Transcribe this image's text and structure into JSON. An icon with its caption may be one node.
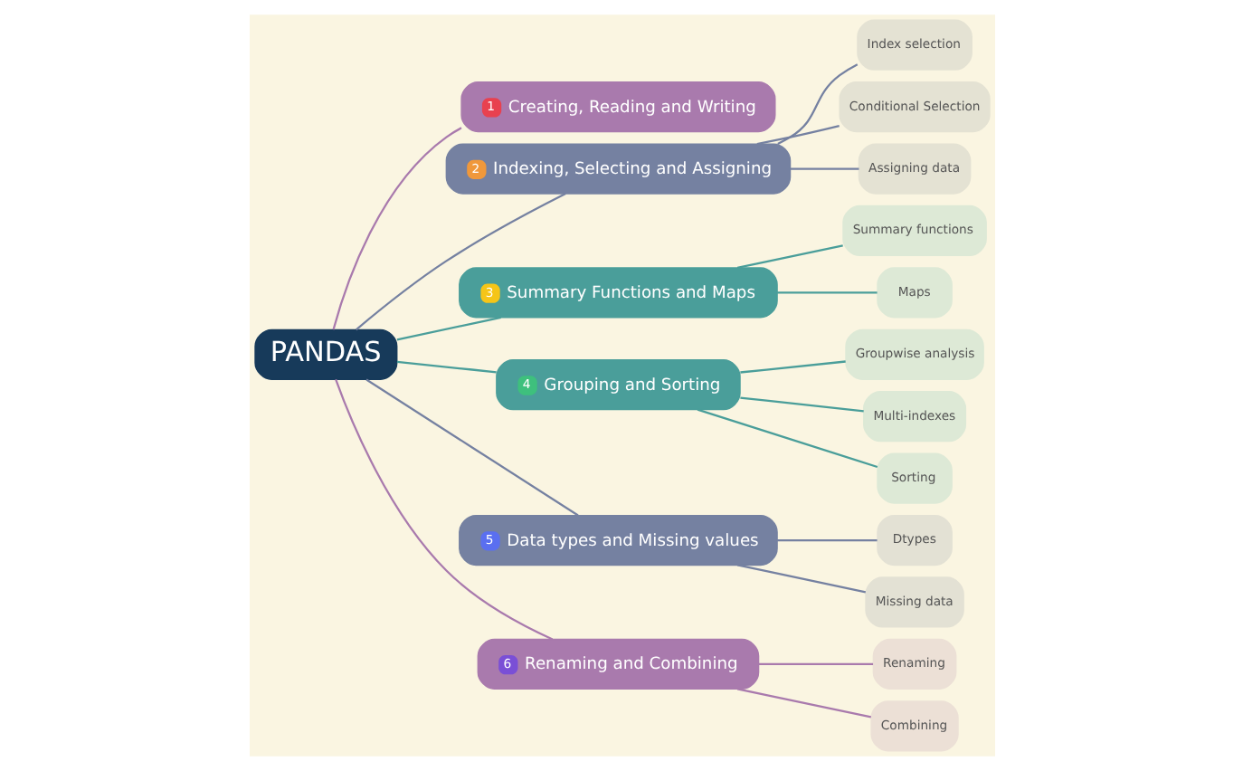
{
  "diagram": {
    "nodes": [
      {
        "text": [
          "PANDAS"
        ]
      },
      {
        "text": [
          "1",
          "Creating, Reading and Writing"
        ]
      },
      {
        "text": [
          "2",
          "Indexing, Selecting and Assigning"
        ]
      },
      {
        "text": [
          "Index selection"
        ]
      },
      {
        "text": [
          "Conditional Selection"
        ]
      },
      {
        "text": [
          "Assigning data"
        ]
      },
      {
        "text": [
          "3",
          "Summary Functions and Maps"
        ]
      },
      {
        "text": [
          "Summary functions"
        ]
      },
      {
        "text": [
          "Maps"
        ]
      },
      {
        "text": [
          "4",
          "Grouping and Sorting"
        ]
      },
      {
        "text": [
          "Groupwise analysis"
        ]
      },
      {
        "text": [
          "Multi-indexes"
        ]
      },
      {
        "text": [
          "Sorting"
        ]
      },
      {
        "text": [
          "5",
          "Data types and Missing values"
        ]
      },
      {
        "text": [
          "Dtypes"
        ]
      },
      {
        "text": [
          "Missing data"
        ]
      },
      {
        "text": [
          "6",
          "Renaming and Combining"
        ]
      },
      {
        "text": [
          "Renaming"
        ]
      },
      {
        "text": [
          "Combining"
        ]
      }
    ],
    "edges": [
      {
        "from": 0,
        "to": 1,
        "arrow": "none",
        "color": "#a97aad"
      },
      {
        "from": 0,
        "to": 2,
        "arrow": "none",
        "color": "#7581a1"
      },
      {
        "from": 2,
        "to": 3,
        "arrow": "none",
        "color": "#7581a1"
      },
      {
        "from": 2,
        "to": 4,
        "arrow": "none",
        "color": "#7581a1"
      },
      {
        "from": 2,
        "to": 5,
        "arrow": "none",
        "color": "#7581a1"
      },
      {
        "from": 0,
        "to": 6,
        "arrow": "none",
        "color": "#4a9e9a"
      },
      {
        "from": 6,
        "to": 7,
        "arrow": "none",
        "color": "#4a9e9a"
      },
      {
        "from": 6,
        "to": 8,
        "arrow": "none",
        "color": "#4a9e9a"
      },
      {
        "from": 0,
        "to": 9,
        "arrow": "none",
        "color": "#4a9e9a"
      },
      {
        "from": 9,
        "to": 10,
        "arrow": "none",
        "color": "#4a9e9a"
      },
      {
        "from": 9,
        "to": 11,
        "arrow": "none",
        "color": "#4a9e9a"
      },
      {
        "from": 9,
        "to": 12,
        "arrow": "none",
        "color": "#4a9e9a"
      },
      {
        "from": 0,
        "to": 13,
        "arrow": "none",
        "color": "#7581a1"
      },
      {
        "from": 13,
        "to": 14,
        "arrow": "none",
        "color": "#7581a1"
      },
      {
        "from": 13,
        "to": 15,
        "arrow": "none",
        "color": "#7581a1"
      },
      {
        "from": 0,
        "to": 16,
        "arrow": "none",
        "color": "#a97aad"
      },
      {
        "from": 16,
        "to": 17,
        "arrow": "none",
        "color": "#a97aad"
      },
      {
        "from": 16,
        "to": 18,
        "arrow": "none",
        "color": "#a97aad"
      }
    ]
  }
}
